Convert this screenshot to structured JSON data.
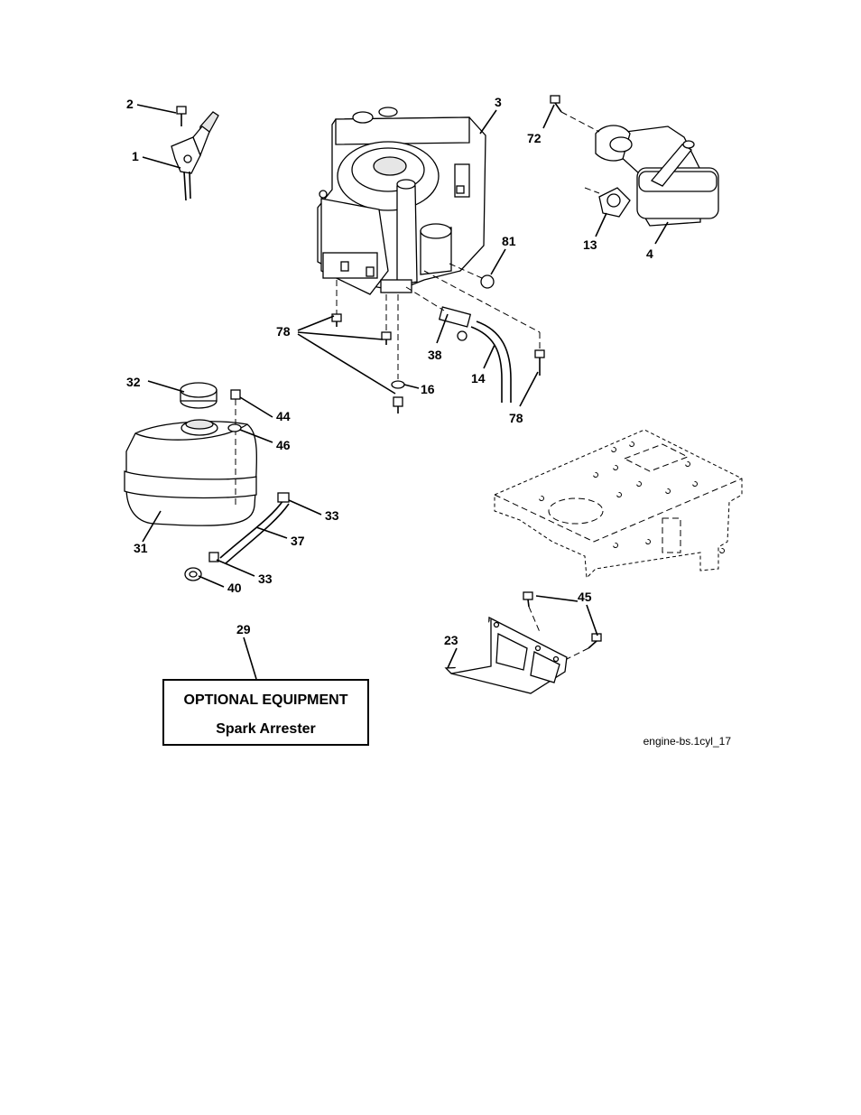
{
  "diagram": {
    "optional_box": {
      "line1": "OPTIONAL EQUIPMENT",
      "line2": "Spark Arrester"
    },
    "drawing_ref": "engine-bs.1cyl_17",
    "callouts": {
      "c2": "2",
      "c1": "1",
      "c3": "3",
      "c72": "72",
      "c13": "13",
      "c4": "4",
      "c81": "81",
      "c78a": "78",
      "c38": "38",
      "c14": "14",
      "c16": "16",
      "c78b": "78",
      "c32": "32",
      "c44": "44",
      "c46": "46",
      "c33a": "33",
      "c37": "37",
      "c31": "31",
      "c33b": "33",
      "c40": "40",
      "c29": "29",
      "c45": "45",
      "c23": "23"
    }
  }
}
